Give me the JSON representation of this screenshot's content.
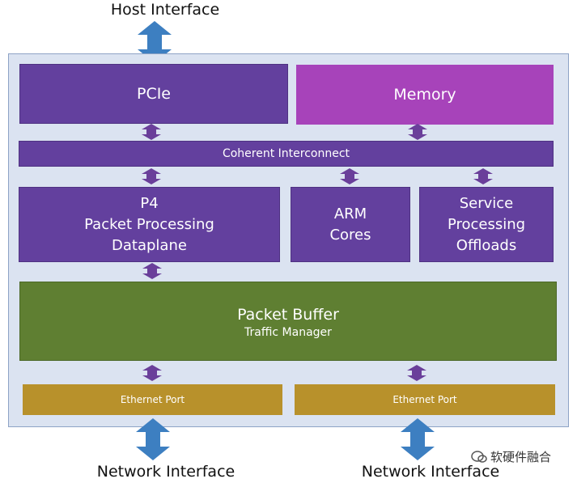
{
  "diagram": {
    "host_interface": "Host Interface",
    "pcie": "PCIe",
    "memory": "Memory",
    "coherent_interconnect": "Coherent Interconnect",
    "p4_block": {
      "line1": "P4",
      "line2": "Packet Processing",
      "line3": "Dataplane"
    },
    "arm_block": {
      "line1": "ARM",
      "line2": "Cores"
    },
    "service_block": {
      "line1": "Service",
      "line2": "Processing",
      "line3": "Offloads"
    },
    "packet_buffer": {
      "title": "Packet Buffer",
      "subtitle": "Traffic Manager"
    },
    "ethernet_ports": [
      "Ethernet Port",
      "Ethernet Port"
    ],
    "network_interfaces": [
      "Network Interface",
      "Network Interface"
    ],
    "watermark": "软硬件融合",
    "colors": {
      "purple": "#63409e",
      "magenta": "#a743ba",
      "green": "#5f7f32",
      "gold": "#b8912b",
      "arrow_blue": "#3d7fc1",
      "arrow_purple": "#6a3f9a",
      "container": "#dbe3f1"
    }
  }
}
